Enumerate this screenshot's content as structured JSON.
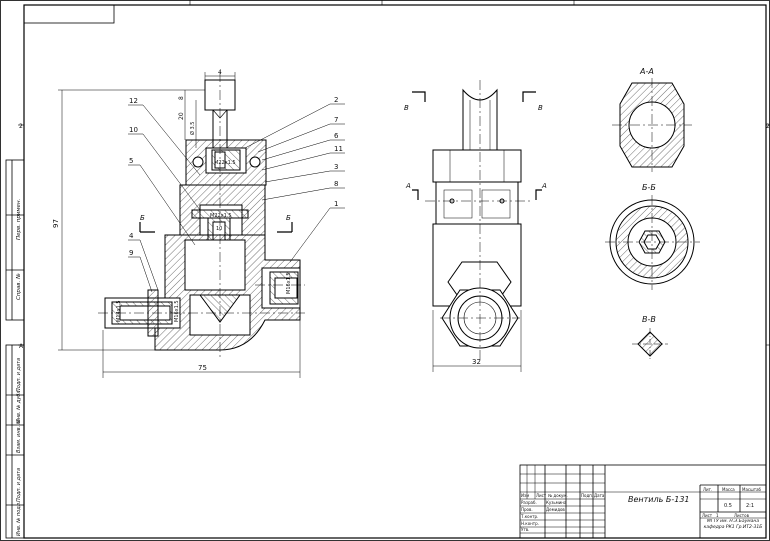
{
  "drawing": {
    "title": "Вентиль Б-131",
    "scale": "2:1",
    "mass": "0.5",
    "sheet_label": "Лист",
    "sheet_no": "1",
    "sheets_label": "Листов",
    "org": "МГТУ им. Н.Э.Баумана кафедра РК1 Гр.ИТ2-31Б",
    "col_lit": "Лит.",
    "col_mass": "Масса",
    "col_scale": "Масштаб",
    "stamp_cols": [
      "Изм",
      "Лист",
      "№ докум.",
      "Подп.",
      "Дата"
    ],
    "stamp_rows": [
      "Разраб.",
      "Пров.",
      "Т.контр.",
      "Н.контр.",
      "Утв."
    ],
    "designer": "Кузьмина",
    "checker": "Демидов",
    "perm_no": "Перв. примен.",
    "sprav_no": "Справ. №",
    "left_strip": [
      "Подп. и дата",
      "Инв. № дубл.",
      "Взам. инв. №",
      "Подп. и дата",
      "Инв. № подл."
    ]
  },
  "views": {
    "section_aa": "А-А",
    "section_bb": "Б-Б",
    "section_vv": "В-В",
    "cut_a": "А",
    "cut_b": "Б",
    "cut_v": "В"
  },
  "callouts": [
    "12",
    "10",
    "5",
    "4",
    "9",
    "2",
    "7",
    "6",
    "11",
    "3",
    "8",
    "1"
  ],
  "dimensions": {
    "overall_height": "97",
    "overall_width": "75",
    "side_width": "32",
    "top_width": "4",
    "stem_1": "20",
    "stem_2": "8",
    "stem_3": "Ø 3.5",
    "thread_1": "M22x1.5",
    "thread_2": "M22x1.5",
    "thread_3": "M16x1.5",
    "thread_4": "M16x1.5",
    "thread_5": "M14x1.5",
    "inner_1": "10"
  },
  "margin_marks": [
    "2",
    "2",
    "А"
  ]
}
